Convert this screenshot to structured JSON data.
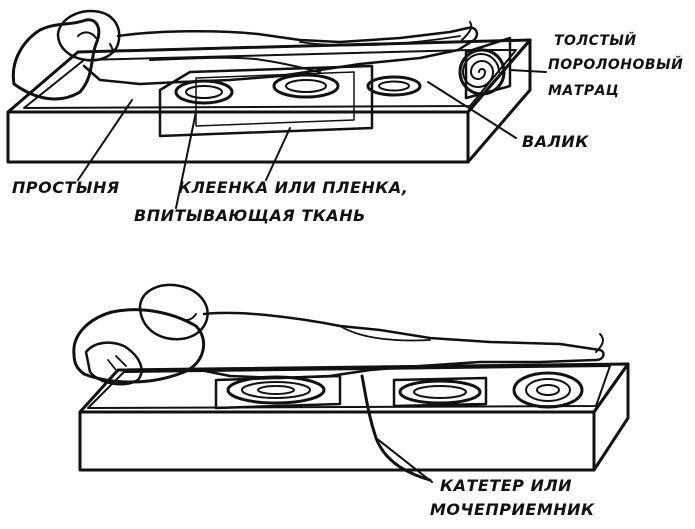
{
  "colors": {
    "ink": "#111111",
    "paper": "#ffffff"
  },
  "top_figure": {
    "labels": {
      "mattress_line1": "ТОЛСТЫЙ",
      "mattress_line2": "ПОРОЛОНОВЫЙ",
      "mattress_line3": "МАТРАЦ",
      "roller": "ВАЛИК",
      "sheet": "ПРОСТЫНЯ",
      "oilcloth": "КЛЕЕНКА ИЛИ ПЛЕНКА,",
      "absorbent": "ВПИТЫВАЮЩАЯ ТКАНЬ"
    }
  },
  "bottom_figure": {
    "labels": {
      "catheter_line1": "КАТЕТЕР ИЛИ",
      "catheter_line2": "МОЧЕПРИЕМНИК"
    }
  }
}
